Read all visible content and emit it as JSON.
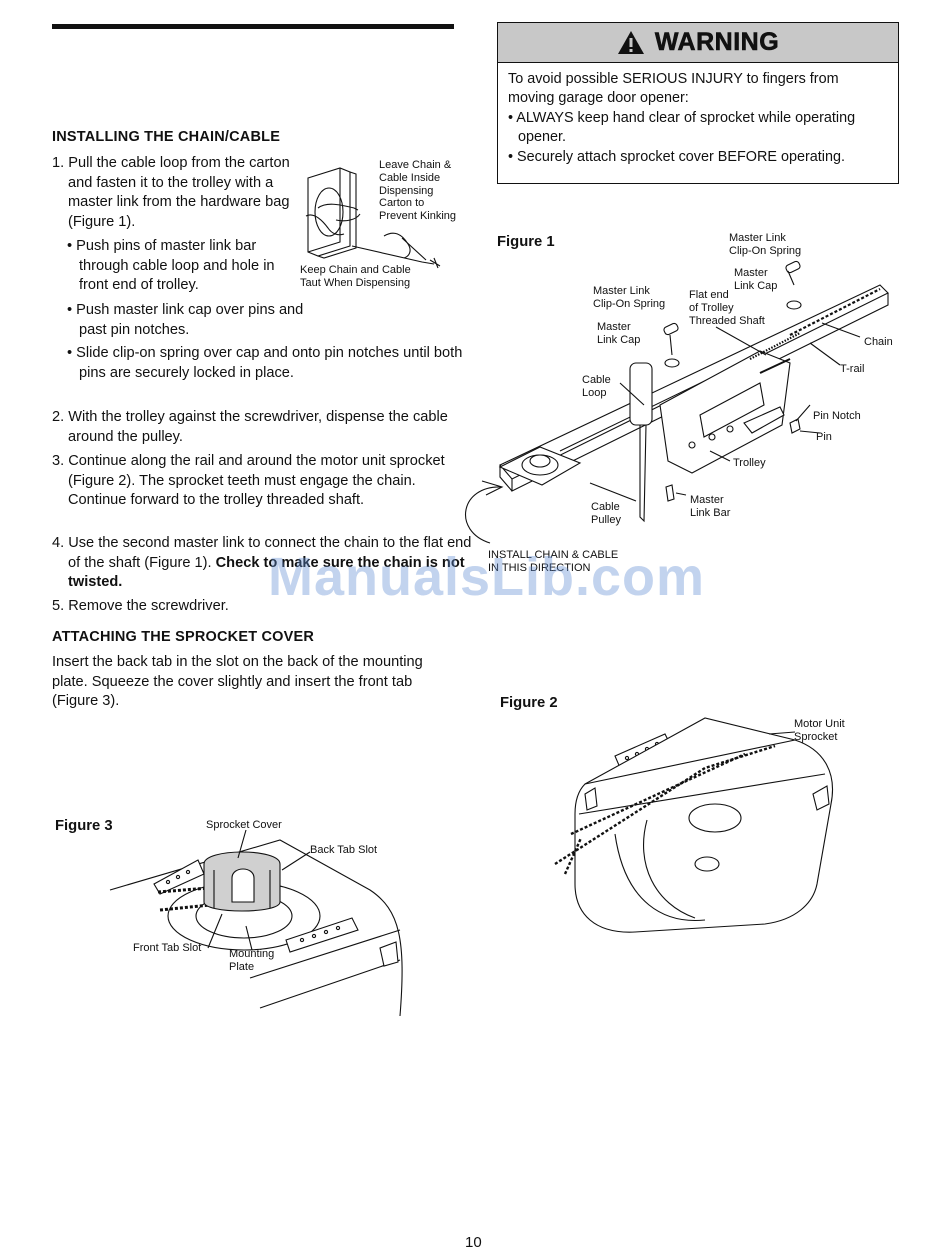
{
  "section1": {
    "title": "INSTALLING THE CHAIN/CABLE",
    "steps": [
      "1. Pull the cable loop from the carton and fasten it to the trolley with a master link from the hardware bag (Figure 1).",
      "2. With the trolley against the screwdriver, dispense the cable around the pulley.",
      "3. Continue along the rail and around the motor unit sprocket (Figure 2). The sprocket teeth must engage the chain. Continue forward to the trolley threaded shaft.",
      "4. Use the second master link to connect the chain to the flat end of the shaft (Figure 1).",
      "5. Remove the screwdriver."
    ],
    "step4_bold": "Check to make sure the chain is not twisted.",
    "bullets": [
      "• Push pins of master link bar through cable loop and hole in front end of trolley.",
      "• Push master link cap over pins and past pin notches.",
      "• Slide clip-on spring over cap and onto pin notches until both pins are securely locked in place."
    ],
    "carton_labels": {
      "leave": "Leave Chain &\nCable Inside\nDispensing\nCarton to\nPrevent Kinking",
      "keep": "Keep Chain and Cable\nTaut When Dispensing"
    }
  },
  "section2": {
    "title": "ATTACHING THE SPROCKET COVER",
    "text": "Insert the back tab in the slot on the back of the mounting plate. Squeeze the cover slightly and insert the front tab (Figure 3)."
  },
  "warning": {
    "title": "WARNING",
    "intro": "To avoid possible SERIOUS INJURY to fingers from moving garage door opener:",
    "bullets": [
      "• ALWAYS keep hand clear of sprocket while operating opener.",
      "• Securely attach sprocket cover BEFORE operating."
    ]
  },
  "figure1": {
    "title": "Figure 1",
    "labels": {
      "mlcs_top": "Master Link\nClip-On Spring",
      "mlc_top": "Master\nLink Cap",
      "mlcs_left": "Master Link\nClip-On Spring",
      "flat_end": "Flat end\nof Trolley\nThreaded Shaft",
      "mlc_left": "Master\nLink Cap",
      "chain": "Chain",
      "t_rail": "T-rail",
      "cable_loop": "Cable\nLoop",
      "pin_notch": "Pin Notch",
      "pin": "Pin",
      "trolley": "Trolley",
      "cable_pulley": "Cable\nPulley",
      "master_link_bar": "Master\nLink Bar",
      "install": "INSTALL CHAIN & CABLE\nIN THIS DIRECTION"
    }
  },
  "figure2": {
    "title": "Figure 2",
    "labels": {
      "sprocket": "Motor Unit\nSprocket"
    }
  },
  "figure3": {
    "title": "Figure 3",
    "labels": {
      "sprocket_cover": "Sprocket Cover",
      "back_tab": "Back Tab Slot",
      "front_tab": "Front Tab Slot",
      "mounting_plate": "Mounting\nPlate"
    }
  },
  "page_number": "10",
  "watermark": "ManualsLib.com"
}
